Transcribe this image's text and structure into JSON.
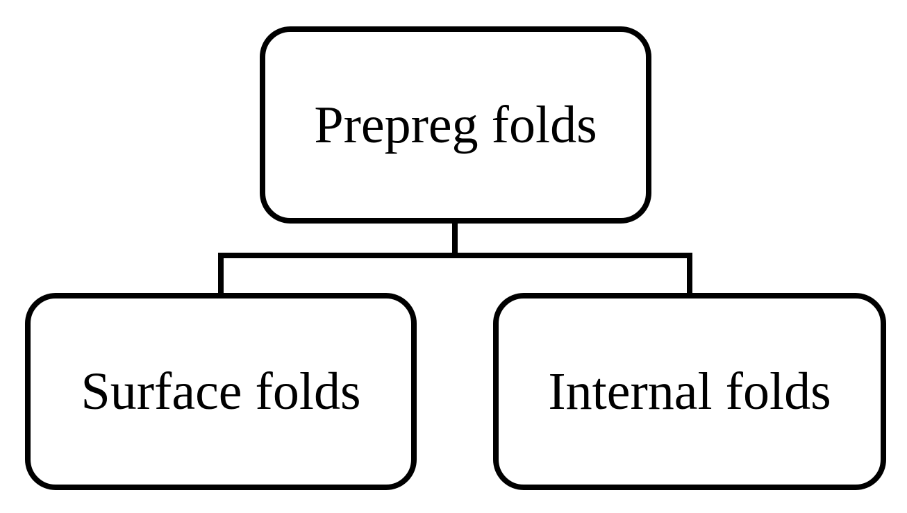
{
  "diagram": {
    "root": {
      "label": "Prepreg folds"
    },
    "children": [
      {
        "label": "Surface folds"
      },
      {
        "label": "Internal folds"
      }
    ]
  },
  "colors": {
    "stroke": "#000000",
    "background": "#ffffff",
    "text": "#000000"
  }
}
